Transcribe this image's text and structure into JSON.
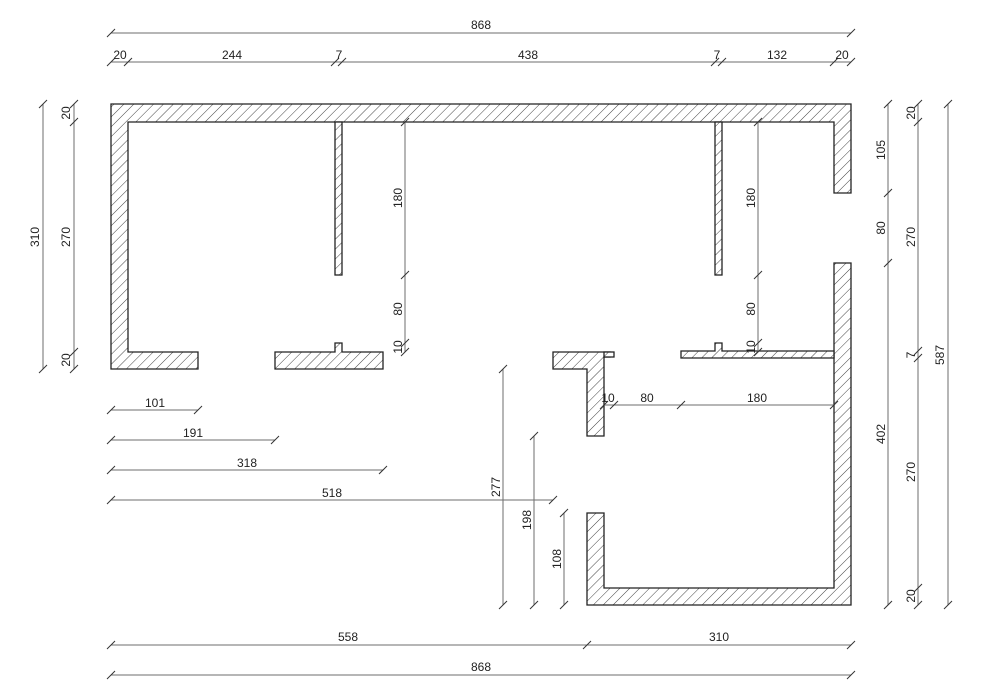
{
  "plan": {
    "wall_color": "#222222",
    "dimension_color": "#6e6e6e",
    "text_color": "#222222",
    "top": {
      "overall": "868",
      "segments": [
        "20",
        "244",
        "7",
        "438",
        "7",
        "132",
        "20"
      ]
    },
    "bottom": {
      "segments": [
        "558",
        "310"
      ],
      "overall": "868"
    },
    "left": {
      "overall": "310",
      "segments": [
        "20",
        "270",
        "20"
      ]
    },
    "right": {
      "inner": [
        "105",
        "80",
        "402"
      ],
      "mid": [
        "20",
        "270",
        "7",
        "270",
        "20"
      ],
      "overall": "587"
    },
    "left_partition_vertical": [
      "180",
      "80",
      "10"
    ],
    "right_partition_vertical": [
      "180",
      "80",
      "10"
    ],
    "opening_offsets": [
      "101",
      "191",
      "318",
      "518"
    ],
    "interior_horizontal": [
      "10",
      "80",
      "180"
    ],
    "interior_vertical": [
      "277",
      "198",
      "108"
    ]
  }
}
